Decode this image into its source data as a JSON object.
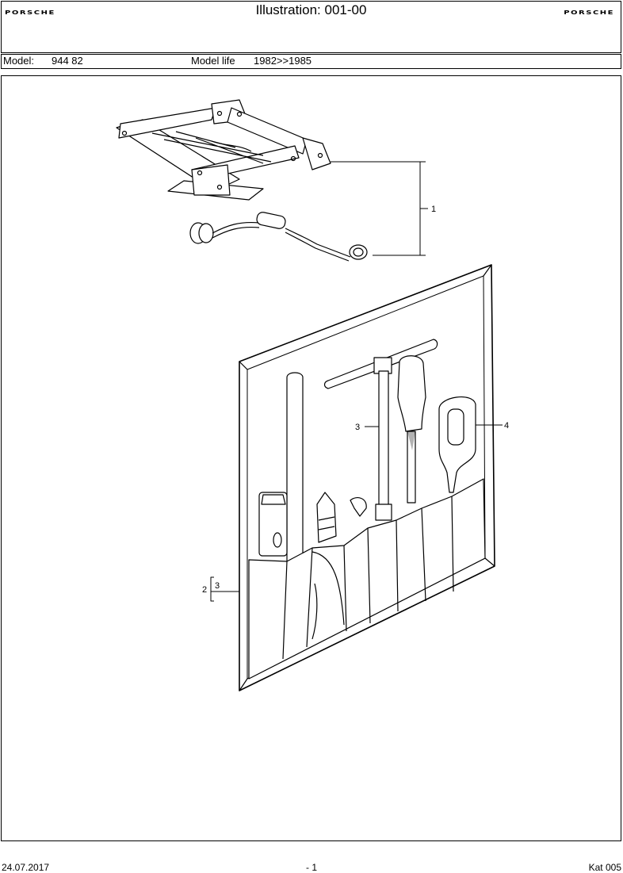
{
  "header": {
    "brand_left": "PORSCHE",
    "title": "Illustration: 001-00",
    "brand_right": "PORSCHE"
  },
  "model_bar": {
    "model_label": "Model:",
    "model_value": "944 82",
    "life_label": "Model life",
    "life_value": "1982>>1985"
  },
  "callouts": {
    "c1": "1",
    "c2": "2",
    "c3_group": "3",
    "c3": "3",
    "c4": "4"
  },
  "footer": {
    "date": "24.07.2017",
    "page": "- 1",
    "catalog": "Kat 005"
  }
}
